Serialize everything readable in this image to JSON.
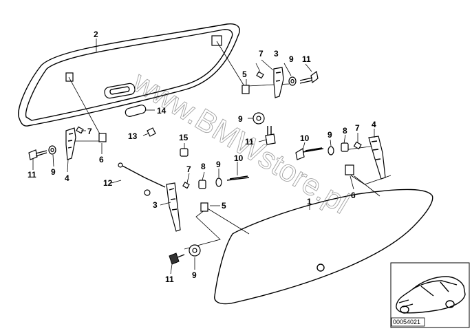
{
  "callouts": {
    "c1": "1",
    "c2": "2",
    "c3a": "3",
    "c3b": "3",
    "c4a": "4",
    "c4b": "4",
    "c5a": "5",
    "c5b": "5",
    "c6a": "6",
    "c6b": "6",
    "c7a": "7",
    "c7b": "7",
    "c7c": "7",
    "c7d": "7",
    "c8a": "8",
    "c8b": "8",
    "c9a": "9",
    "c9b": "9",
    "c9c": "9",
    "c9d": "9",
    "c9e": "9",
    "c9f": "9",
    "c10a": "10",
    "c10b": "10",
    "c11a": "11",
    "c11b": "11",
    "c11c": "11",
    "c11d": "11",
    "c12": "12",
    "c13": "13",
    "c14": "14",
    "c15": "15"
  },
  "watermark": "www.BMWstore.pl",
  "diagram_code": "00054021"
}
